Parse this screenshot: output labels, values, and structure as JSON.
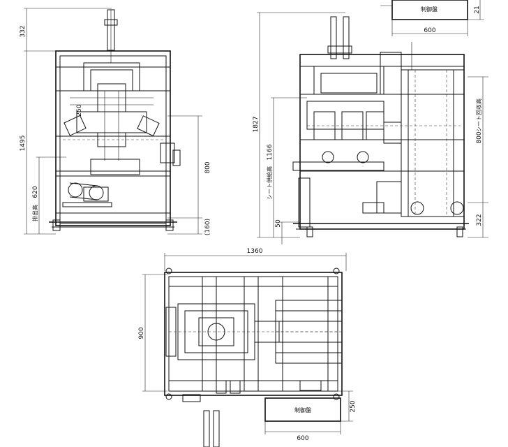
{
  "front_view": {
    "dim_total_height": "1495",
    "dim_top": "332",
    "dim_label": "250",
    "dim_discharge_height": "620",
    "dim_discharge_label": "排出高",
    "dim_panel_height": "800",
    "dim_panel_offset": "(160)"
  },
  "side_view": {
    "dim_total_height": "1827",
    "dim_sheet_supply_height": "1166",
    "dim_sheet_supply_label": "シート供給高",
    "dim_sheet_recovery_height": "800",
    "dim_sheet_recovery_label": "シート回収高",
    "dim_bottom": "322",
    "dim_foot": "50",
    "dim_top_right": "21",
    "control_panel_label": "制御盤",
    "dim_panel_width": "600"
  },
  "top_view": {
    "dim_total_width": "1360",
    "dim_depth": "900",
    "dim_panel_depth": "250",
    "control_panel_label": "制御盤",
    "dim_panel_width": "600"
  }
}
